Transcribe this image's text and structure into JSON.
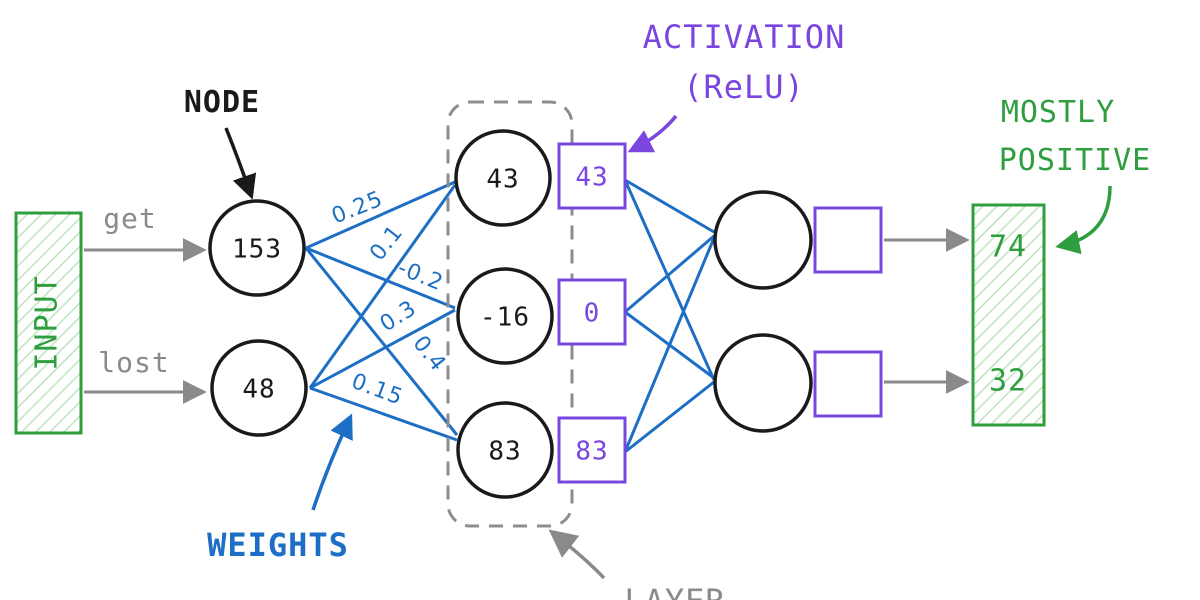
{
  "colors": {
    "ink": "#1a1a1a",
    "green": "#2e9e3e",
    "purple": "#7b45e0",
    "blue": "#1c6fc4",
    "gray": "#8a8a8a",
    "dash": "#8d8d8d",
    "hatch": "#bfe3bf"
  },
  "input_box": {
    "label": "INPUT"
  },
  "input_arrows": [
    {
      "label": "get"
    },
    {
      "label": "lost"
    }
  ],
  "annotations": {
    "node": "NODE",
    "activation_line1": "ACTIVATION",
    "activation_line2": "(ReLU)",
    "weights": "WEIGHTS",
    "mostly_line1": "MOSTLY",
    "mostly_line2": "POSITIVE",
    "layer": "LAYER"
  },
  "input_nodes": [
    "153",
    "48"
  ],
  "hidden_nodes": [
    "43",
    "-16",
    "83"
  ],
  "activations": [
    "43",
    "0",
    "83"
  ],
  "weights": [
    "0.25",
    "0.1",
    "-0.2",
    "0.3",
    "0.4",
    "0.15"
  ],
  "output_nodes": [
    "",
    ""
  ],
  "output_activations": [
    "",
    ""
  ],
  "outputs": [
    "74",
    "32"
  ]
}
